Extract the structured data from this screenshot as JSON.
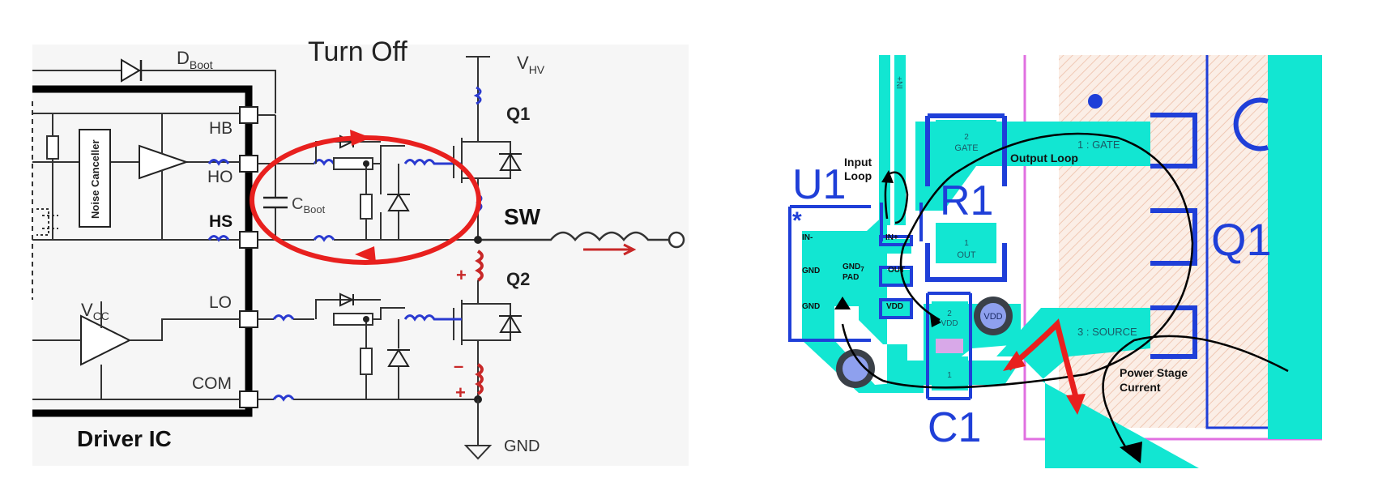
{
  "left_schematic": {
    "title": "Turn Off",
    "pins": [
      "HB",
      "HO",
      "HS",
      "LO",
      "COM"
    ],
    "dboot_main": "D",
    "dboot_sub": "Boot",
    "vhv_main": "V",
    "vhv_sub": "HV",
    "vcc_main": "V",
    "vcc_sub": "CC",
    "cboot_main": "C",
    "cboot_sub": "Boot",
    "q1": "Q1",
    "q2": "Q2",
    "sw": "SW",
    "gnd": "GND",
    "driver_ic": "Driver IC",
    "noise_canceller": "Noise Canceller",
    "plus_top": "+",
    "minus": "–",
    "plus_bottom": "+"
  },
  "right_layout": {
    "u1": "U1",
    "r1": "R1",
    "c1": "C1",
    "q1": "Q1",
    "asterisk": "*",
    "in_plus_trace": "IN+",
    "pins": {
      "in_minus": "IN-",
      "in_plus": "IN+",
      "gnd1": "GND",
      "gnd_pad": "GND",
      "gnd_pad_sub": "7",
      "pad": "PAD",
      "out": "OUT",
      "gnd2": "GND",
      "vdd": "VDD"
    },
    "r1_pin2_num": "2",
    "r1_pin2_name": "GATE",
    "r1_pin1_num": "1",
    "r1_pin1_name": "OUT",
    "c1_pin2_num": "2",
    "c1_pin2_name": "VDD",
    "c1_pin1": "1",
    "q1_gate": "1 : GATE",
    "q1_source": "3 : SOURCE",
    "via_vdd": "VDD",
    "labels": {
      "input_loop_1": "Input",
      "input_loop_2": "Loop",
      "output_loop": "Output Loop",
      "power_stage_1": "Power Stage",
      "power_stage_2": "Current"
    }
  },
  "colors": {
    "copper": "#12e6d2",
    "silkscreen": "#1f3fd8",
    "loop_arrow": "#e8201e",
    "board_outline": "#e070e0"
  }
}
